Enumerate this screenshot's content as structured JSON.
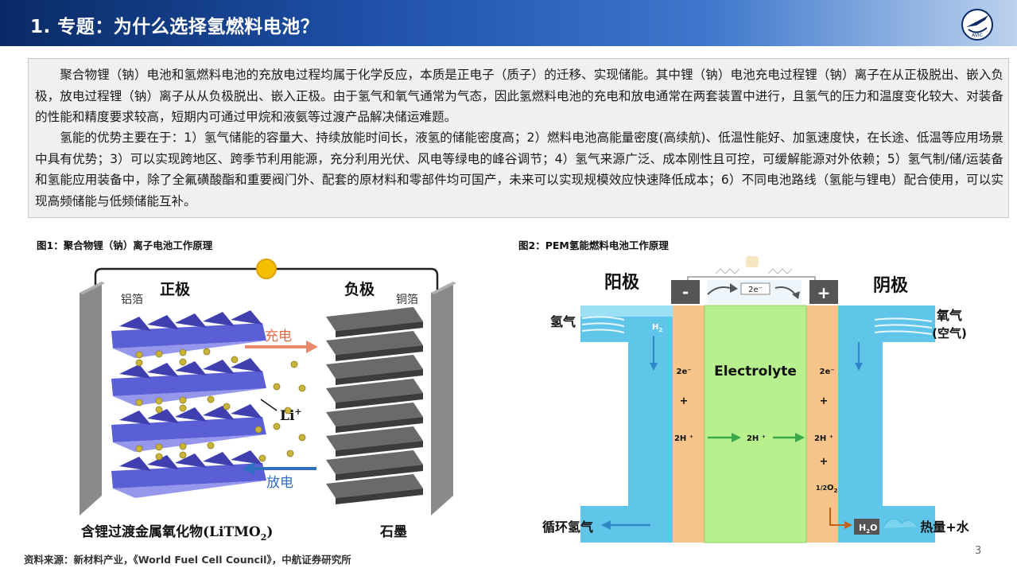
{
  "header": {
    "title": "1. 专题：为什么选择氢燃料电池？",
    "logo_text": "AVIC"
  },
  "body_text": {
    "p1": "聚合物锂（钠）电池和氢燃料电池的充放电过程均属于化学反应，本质是正电子（质子）的迁移、实现储能。其中锂（钠）电池充电过程锂（钠）离子在从正极脱出、嵌入负极，放电过程锂（钠）离子从从负极脱出、嵌入正极。由于氢气和氧气通常为气态，因此氢燃料电池的充电和放电通常在两套装置中进行，且氢气的压力和温度变化较大、对装备的性能和精度要求较高，短期内可通过甲烷和液氨等过渡产品解决储运难题。",
    "p2": "氢能的优势主要在于：1）氢气储能的容量大、持续放能时间长，液氢的储能密度高；2）燃料电池高能量密度(高续航)、低温性能好、加氢速度快，在长途、低温等应用场景中具有优势；3）可以实现跨地区、跨季节利用能源，充分利用光伏、风电等绿电的峰谷调节；4）氢气来源广泛、成本刚性且可控，可缓解能源对外依赖；5）氢气制/储/运装备和氢能应用装备中，除了全氟磺酸酯和重要阀门外、配套的原材料和零部件均可国产，未来可以实现规模效应快速降低成本；6）不同电池路线（氢能与锂电）配合使用，可以实现高频储能与低频储能互补。"
  },
  "figure1": {
    "title": "图1：聚合物锂（钠）离子电池工作原理",
    "positive_label": "正极",
    "negative_label": "负极",
    "al_foil": "铝箔",
    "cu_foil": "铜箔",
    "charge": "充电",
    "discharge": "放电",
    "ion": "Li",
    "ion_sup": "+",
    "cathode_material_prefix": "含锂过渡金属氧化物(LiTMO",
    "cathode_material_sub": "2",
    "cathode_material_suffix": ")",
    "anode_material": "石墨"
  },
  "figure2": {
    "title": "图2：PEM氢能燃料电池工作原理",
    "anode": "阳极",
    "cathode": "阴极",
    "minus": "-",
    "plus": "+",
    "electron_flow": "2e⁻",
    "hydrogen_in": "氢气",
    "h2": "H",
    "h2_sub": "2",
    "oxygen_in": "氧气",
    "air": "(空气)",
    "electrolyte": "Electrolyte",
    "left_e": "2e⁻",
    "left_plus": "+",
    "left_2h": "2H ⁺",
    "mid_2h": "2H ⁺",
    "right_e": "2e⁻",
    "right_plus1": "+",
    "right_2h": "2H ⁺",
    "right_plus2": "+",
    "o2_frac": "1/2",
    "o2": "O",
    "o2_sub": "2",
    "recycle": "循环氢气",
    "h2o": "H",
    "h2o_sub": "2",
    "h2o_o": "O",
    "heat_water": "热量+水"
  },
  "footer": {
    "source": "资料来源：新材料产业，《World Fuel Cell Council》，中航证券研究所",
    "page": "3"
  },
  "colors": {
    "header_dark": "#0a2a66",
    "cathode_purple": "#5b5fd6",
    "anode_gray": "#555555",
    "li_ion": "#c9b43a",
    "charge_arrow": "#e8896a",
    "discharge_arrow": "#2e6fc0",
    "electrolyte_green": "#b9f08e",
    "electrode_orange": "#f7c58a",
    "gas_channel_blue": "#5fc6ea"
  }
}
